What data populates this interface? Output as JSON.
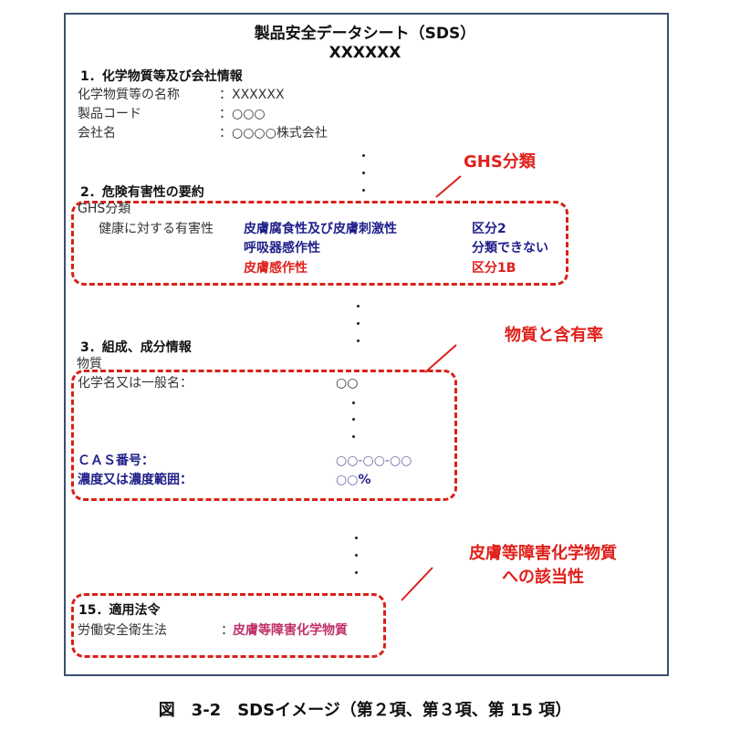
{
  "title": "製品安全データシート（SDS）",
  "product": "XXXXXX",
  "section1": {
    "heading": "1．化学物質等及び会社情報",
    "rows": [
      {
        "label": "化学物質等の名称",
        "value": "：XXXXXX"
      },
      {
        "label": "製品コード",
        "value": "：○○○"
      },
      {
        "label": "会社名",
        "value": "：○○○○株式会社"
      }
    ]
  },
  "section2": {
    "heading": "2．危険有害性の要約",
    "sub": "GHS分類",
    "health_label": "健康に対する有害性",
    "items": [
      {
        "hazard": "皮膚腐食性及び皮膚刺激性",
        "class": "区分2"
      },
      {
        "hazard": "呼吸器感作性",
        "class": "分類できない"
      },
      {
        "hazard": "皮膚感作性",
        "class": "区分1B"
      }
    ]
  },
  "section3": {
    "heading": "3．組成、成分情報",
    "sub": "物質",
    "name_label": "化学名又は一般名：",
    "name_value": "○○",
    "cas_label": "ＣＡＳ番号：",
    "cas_value": "○○-○○-○○",
    "conc_label": "濃度又は濃度範囲：",
    "conc_circles": "○○",
    "conc_pct": "%"
  },
  "section15": {
    "heading": "15．適用法令",
    "label": "労働安全衛生法",
    "colon": "：",
    "value": "皮膚等障害化学物質"
  },
  "callouts": {
    "ghs": "GHS分類",
    "substance": "物質と含有率",
    "skin_line1": "皮膚等障害化学物質",
    "skin_line2": "への該当性"
  },
  "caption": "図　3-2　SDSイメージ（第２項、第３項、第 15 項）",
  "colors": {
    "blue": "#1f1f8a",
    "red": "#e0201b",
    "magenta": "#c0306a"
  }
}
